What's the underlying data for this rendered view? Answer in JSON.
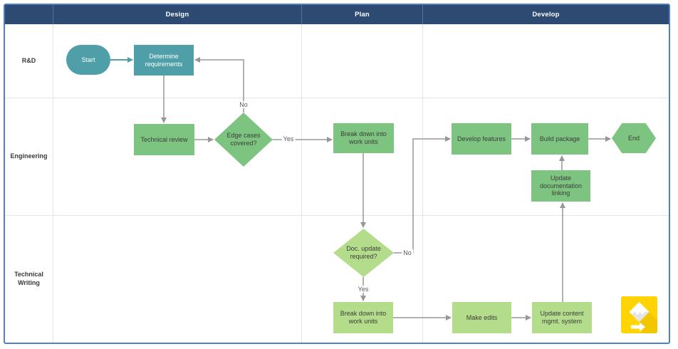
{
  "header": {
    "columns": [
      "Design",
      "Plan",
      "Develop"
    ]
  },
  "lanes": [
    "R&D",
    "Engineering",
    "Technical Writing"
  ],
  "nodes": {
    "start": "Start",
    "determine_requirements": "Determine requirements",
    "technical_review": "Technical review",
    "edge_cases_covered": "Edge cases covered?",
    "breakdown_eng": "Break down into work units",
    "develop_features": "Develop features",
    "build_package": "Build package",
    "end": "End",
    "update_doc_linking": "Update documentation linking",
    "doc_update_required": "Doc. update required?",
    "breakdown_tw": "Break down into work units",
    "make_edits": "Make edits",
    "update_cms": "Update content mgmt. system"
  },
  "edge_labels": {
    "edge_cases_no": "No",
    "edge_cases_yes": "Yes",
    "doc_update_no": "No",
    "doc_update_yes": "Yes"
  },
  "edges": [
    {
      "from": "start",
      "to": "determine_requirements"
    },
    {
      "from": "determine_requirements",
      "to": "technical_review"
    },
    {
      "from": "technical_review",
      "to": "edge_cases_covered"
    },
    {
      "from": "edge_cases_covered",
      "to": "determine_requirements",
      "label": "No"
    },
    {
      "from": "edge_cases_covered",
      "to": "breakdown_eng",
      "label": "Yes"
    },
    {
      "from": "breakdown_eng",
      "to": "doc_update_required"
    },
    {
      "from": "doc_update_required",
      "to": "develop_features",
      "label": "No"
    },
    {
      "from": "doc_update_required",
      "to": "breakdown_tw",
      "label": "Yes"
    },
    {
      "from": "breakdown_tw",
      "to": "make_edits"
    },
    {
      "from": "make_edits",
      "to": "update_cms"
    },
    {
      "from": "update_cms",
      "to": "update_doc_linking"
    },
    {
      "from": "update_doc_linking",
      "to": "build_package"
    },
    {
      "from": "develop_features",
      "to": "build_package"
    },
    {
      "from": "build_package",
      "to": "end"
    }
  ],
  "colors": {
    "header_bg": "#2d4a73",
    "teal_node": "#4f9fa8",
    "green_node": "#7cc47f",
    "light_green_node": "#b3dc8b",
    "arrow": "#979797",
    "border": "#4e80c4",
    "logo_yellow": "#ffd402"
  }
}
